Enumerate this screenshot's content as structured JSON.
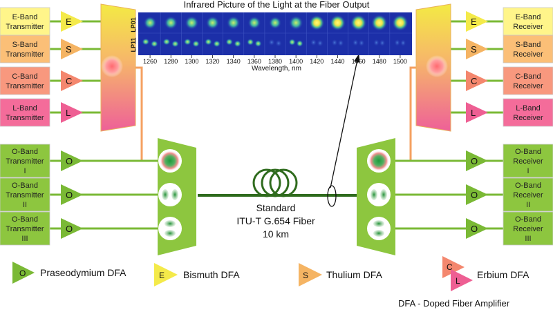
{
  "title": "Infrared Picture of the Light at the Fiber Output",
  "mode_labels": [
    "LP01",
    "LP11"
  ],
  "wavelengths": [
    "1260",
    "1280",
    "1300",
    "1320",
    "1340",
    "1360",
    "1380",
    "1400",
    "1420",
    "1440",
    "1460",
    "1480",
    "1500"
  ],
  "lp01_intensity": [
    0.55,
    0.6,
    0.65,
    0.6,
    0.62,
    0.55,
    0.5,
    0.7,
    0.85,
    0.9,
    0.95,
    0.95,
    0.95
  ],
  "lp11_intensity": [
    0.75,
    0.75,
    0.7,
    0.7,
    0.65,
    0.55,
    0.35,
    0.5,
    0.25,
    0.15,
    0.12,
    0.1,
    0.08
  ],
  "xaxis_label": "Wavelength, nm",
  "transmitters": [
    {
      "label": "E-Band Transmitter",
      "amp": "E"
    },
    {
      "label": "S-Band Transmitter",
      "amp": "S"
    },
    {
      "label": "C-Band Transmitter",
      "amp": "C"
    },
    {
      "label": "L-Band Transmitter",
      "amp": "L"
    }
  ],
  "receivers": [
    {
      "label": "E-Band Receiver",
      "amp": "E"
    },
    {
      "label": "S-Band Receiver",
      "amp": "S"
    },
    {
      "label": "C-Band Receiver",
      "amp": "C"
    },
    {
      "label": "L-Band Receiver",
      "amp": "L"
    }
  ],
  "o_transmitters": [
    {
      "label": "O-Band Transmitter I",
      "amp": "O"
    },
    {
      "label": "O-Band Transmitter II",
      "amp": "O"
    },
    {
      "label": "O-Band Transmitter III",
      "amp": "O"
    }
  ],
  "o_receivers": [
    {
      "label": "O-Band Receiver I",
      "amp": "O"
    },
    {
      "label": "O-Band Receiver II",
      "amp": "O"
    },
    {
      "label": "O-Band Receiver III",
      "amp": "O"
    }
  ],
  "fiber_label": [
    "Standard",
    "ITU-T G.654 Fiber",
    "10 km"
  ],
  "legend": [
    {
      "symbol": "O",
      "label": "Praseodymium DFA"
    },
    {
      "symbol": "E",
      "label": "Bismuth DFA"
    },
    {
      "symbol": "S",
      "label": "Thulium DFA"
    },
    {
      "symbol": "C L",
      "label": "Erbium DFA"
    }
  ],
  "footnote": "DFA - Doped Fiber Amplifier",
  "colors": {
    "E": "#f4ea4a",
    "S": "#f5b463",
    "C": "#f4876e",
    "L": "#ee5f93",
    "O": "#7ab935",
    "E_box": "#fff58a",
    "S_box": "#fbbf77",
    "C_box": "#f8987e",
    "L_box": "#f46c9a",
    "O_box": "#8dc63f",
    "fiber": "#2f6b1d",
    "line": "#7ab935",
    "mux_top": "#f3e641",
    "mux_bottom": "#f06a98",
    "panel_bg": "#1a2ea6"
  }
}
